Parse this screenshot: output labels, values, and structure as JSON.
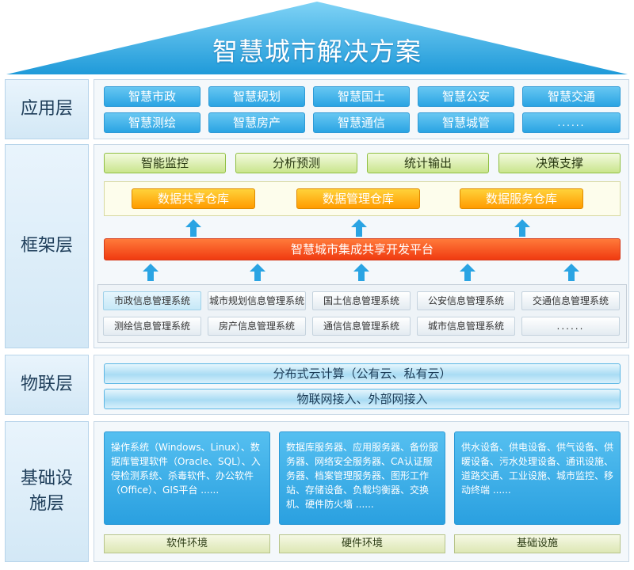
{
  "title": "智慧城市解决方案",
  "colors": {
    "roof": "#2aa4e3",
    "platform": "#f03a10",
    "warehouse": "#ff9b00",
    "green": "#c9e58c"
  },
  "layers": {
    "application": {
      "label": "应用层",
      "items": [
        "智慧市政",
        "智慧规划",
        "智慧国土",
        "智慧公安",
        "智慧交通",
        "智慧测绘",
        "智慧房产",
        "智慧通信",
        "智慧城管",
        "......"
      ]
    },
    "framework": {
      "label": "框架层",
      "top_items": [
        "智能监控",
        "分析预测",
        "统计输出",
        "决策支撑"
      ],
      "warehouses": [
        "数据共享仓库",
        "数据管理仓库",
        "数据服务仓库"
      ],
      "platform": "智慧城市集成共享开发平台",
      "systems": [
        "市政信息管理系统",
        "城市规划信息管理系统",
        "国土信息管理系统",
        "公安信息管理系统",
        "交通信息管理系统",
        "测绘信息管理系统",
        "房产信息管理系统",
        "通信信息管理系统",
        "城市信息管理系统",
        "......"
      ]
    },
    "iot": {
      "label": "物联层",
      "bars": [
        "分布式云计算（公有云、私有云）",
        "物联网接入、外部网接入"
      ]
    },
    "infrastructure": {
      "label_line1": "基础设",
      "label_line2": "施层",
      "boxes": [
        "操作系统（Windows、Linux）、数据库管理软件（Oracle、SQL）、入侵检测系统、杀毒软件、办公软件（Office）、GIS平台 ......",
        "数据库服务器、应用服务器、备份服务器、网络安全服务器、CA认证服务器、档案管理服务器、图形工作站、存储设备、负载均衡器、交换机、硬件防火墙 ......",
        "供水设备、供电设备、供气设备、供暖设备、污水处理设备、通讯设施、道路交通、工业设施、城市监控、移动终端 ......"
      ],
      "envs": [
        "软件环境",
        "硬件环境",
        "基础设施"
      ]
    }
  }
}
